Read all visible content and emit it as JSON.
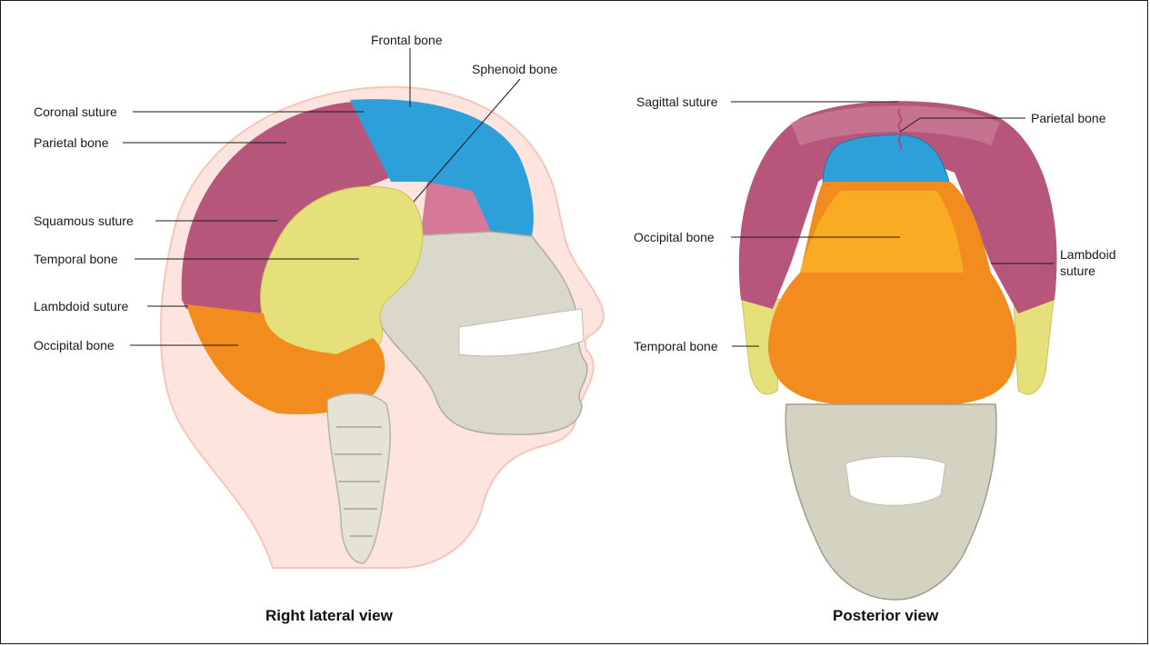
{
  "lateral_view": {
    "caption": "Right lateral view",
    "labels": {
      "frontal": "Frontal bone",
      "sphenoid": "Sphenoid bone",
      "coronal": "Coronal suture",
      "parietal": "Parietal bone",
      "squamous": "Squamous suture",
      "temporal": "Temporal bone",
      "lambdoid": "Lambdoid suture",
      "occipital": "Occipital bone"
    }
  },
  "posterior_view": {
    "caption": "Posterior view",
    "labels": {
      "sagittal": "Sagittal suture",
      "parietal": "Parietal bone",
      "occipital": "Occipital bone",
      "lambdoid_1": "Lambdoid",
      "lambdoid_2": "suture",
      "temporal": "Temporal bone"
    }
  },
  "colors": {
    "frontal": "#2d9fd9",
    "parietal": "#b5567a",
    "temporal": "#e6e07a",
    "occipital": "#f28c1e",
    "sphenoid": "#d5789a",
    "bone_gray": "#d9d8ca",
    "skin": "#fde3dd"
  }
}
